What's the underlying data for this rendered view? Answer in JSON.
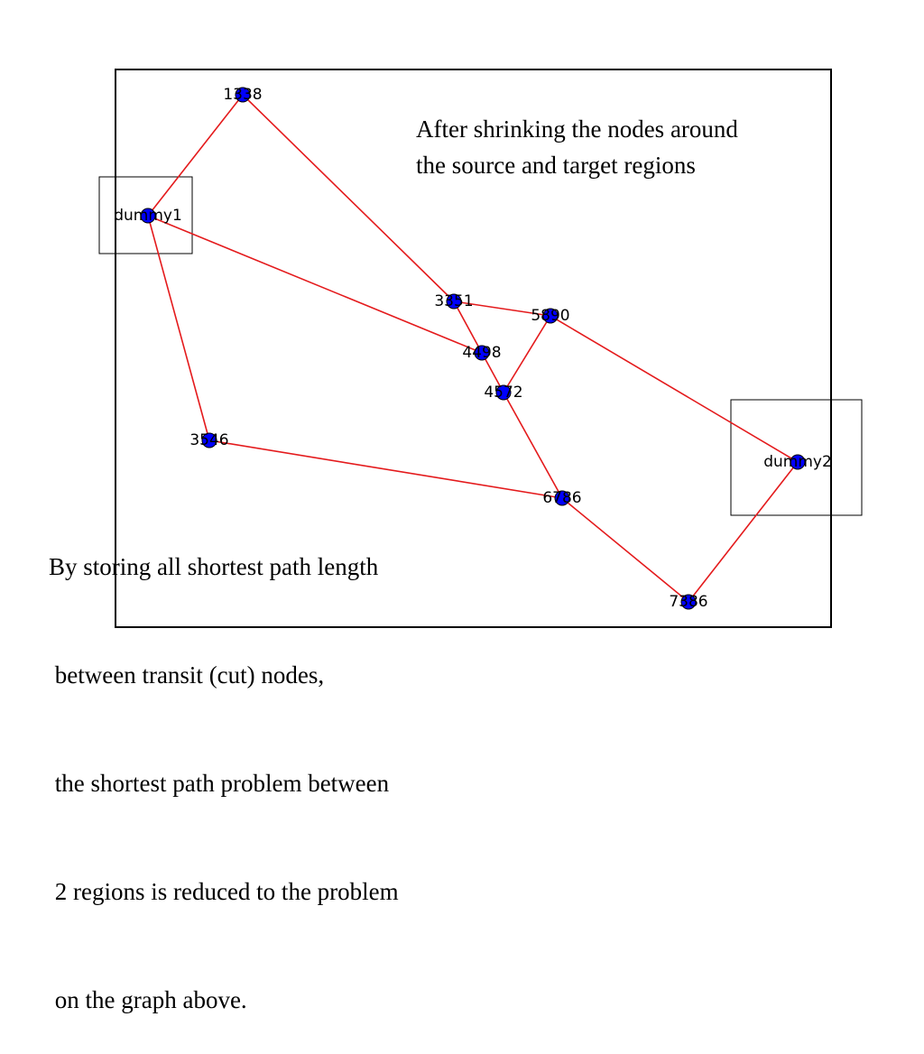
{
  "colors": {
    "edge": "#e41a1c",
    "node_fill": "#0000ff",
    "node_stroke": "#000000",
    "frame": "#000000"
  },
  "graph": {
    "nodes": [
      {
        "id": "1338",
        "label": "1338"
      },
      {
        "id": "dummy1",
        "label": "dummy1"
      },
      {
        "id": "3351",
        "label": "3351"
      },
      {
        "id": "5890",
        "label": "5890"
      },
      {
        "id": "4498",
        "label": "4498"
      },
      {
        "id": "4572",
        "label": "4572"
      },
      {
        "id": "3546",
        "label": "3546"
      },
      {
        "id": "6786",
        "label": "6786"
      },
      {
        "id": "dummy2",
        "label": "dummy2"
      },
      {
        "id": "7386",
        "label": "7386"
      }
    ],
    "edges": [
      [
        "1338",
        "dummy1"
      ],
      [
        "1338",
        "3351"
      ],
      [
        "dummy1",
        "4498"
      ],
      [
        "dummy1",
        "3546"
      ],
      [
        "3351",
        "5890"
      ],
      [
        "3351",
        "4498"
      ],
      [
        "4498",
        "4572"
      ],
      [
        "5890",
        "4572"
      ],
      [
        "5890",
        "dummy2"
      ],
      [
        "4572",
        "6786"
      ],
      [
        "3546",
        "6786"
      ],
      [
        "6786",
        "7386"
      ],
      [
        "7386",
        "dummy2"
      ]
    ]
  },
  "captions": {
    "top": [
      "After shrinking the nodes around",
      "the source and target regions"
    ],
    "bottom": [
      "By storing all shortest path length",
      " between transit (cut) nodes,",
      " the shortest path problem between",
      " 2 regions is reduced to the problem",
      " on the graph above."
    ]
  }
}
